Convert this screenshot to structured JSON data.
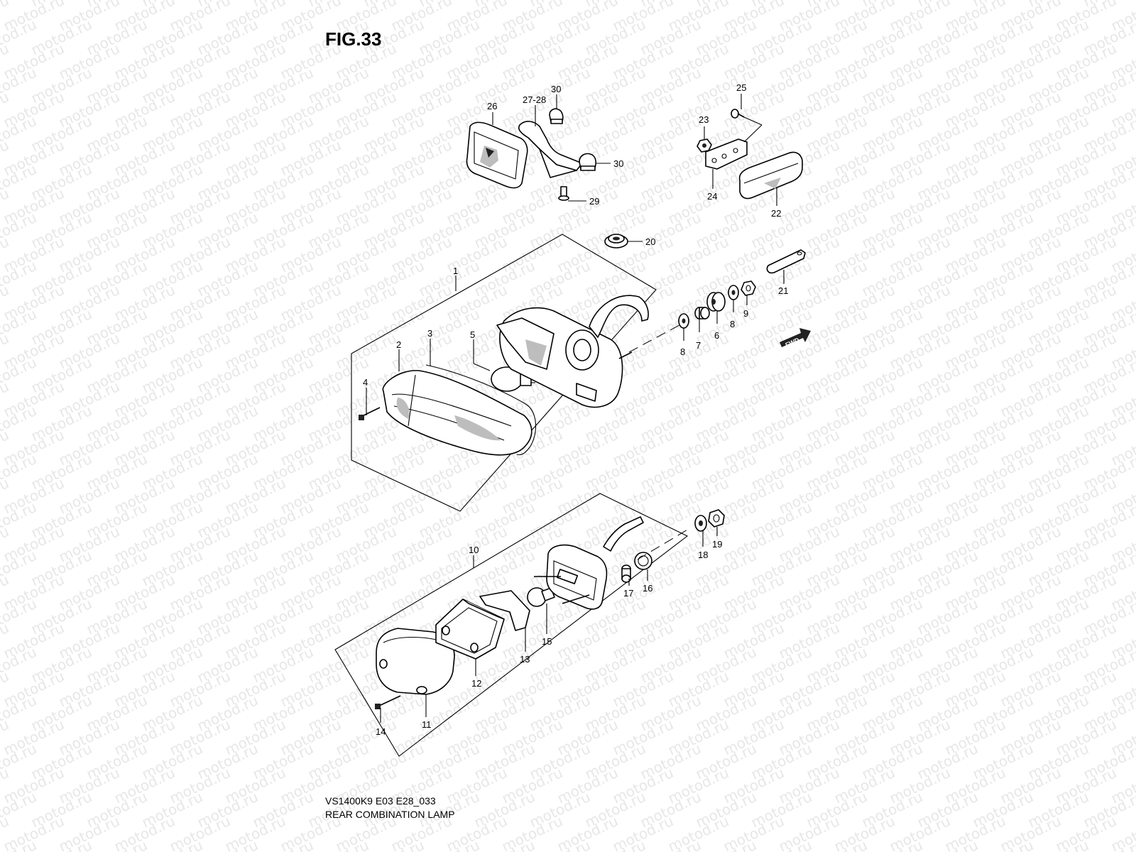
{
  "figure_title": "FIG.33",
  "watermark_text": "motod.ru",
  "footer": {
    "model_code": "VS1400K9 E03 E28_033",
    "caption": "REAR COMBINATION LAMP"
  },
  "fwd_arrow_label": "FWD",
  "callouts": {
    "c1": "1",
    "c2": "2",
    "c3": "3",
    "c4": "4",
    "c5": "5",
    "c6": "6",
    "c7": "7",
    "c8a": "8",
    "c8b": "8",
    "c9": "9",
    "c10": "10",
    "c11": "11",
    "c12": "12",
    "c13": "13",
    "c14": "14",
    "c15": "15",
    "c16": "16",
    "c17": "17",
    "c18": "18",
    "c19": "19",
    "c20": "20",
    "c21": "21",
    "c22": "22",
    "c23": "23",
    "c24": "24",
    "c25": "25",
    "c26": "26",
    "c2728": "27-28",
    "c29": "29",
    "c30a": "30",
    "c30b": "30"
  }
}
